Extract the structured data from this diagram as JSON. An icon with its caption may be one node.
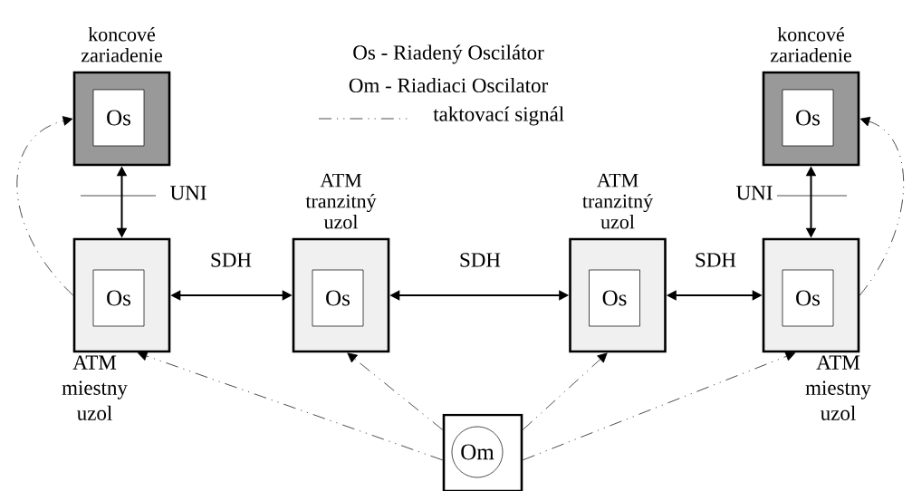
{
  "diagram": {
    "nodes": [
      {
        "text": [
          "koncové zariadenie"
        ]
      },
      {
        "text": [
          "Os"
        ],
        "in": 0
      },
      {
        "text": [
          "ATM miestny uzol"
        ]
      },
      {
        "text": [
          "Os"
        ],
        "in": 2
      },
      {
        "text": [
          "ATM tranzitný uzol"
        ]
      },
      {
        "text": [
          "Os"
        ],
        "in": 4
      },
      {
        "text": [
          "ATM tranzitný uzol"
        ]
      },
      {
        "text": [
          "Os"
        ],
        "in": 6
      },
      {
        "text": [
          "ATM miestny uzol"
        ]
      },
      {
        "text": [
          "Os"
        ],
        "in": 8
      },
      {
        "text": [
          "koncové zariadenie"
        ]
      },
      {
        "text": [
          "Os"
        ],
        "in": 10
      },
      {
        "text": [],
        "shape": "box"
      },
      {
        "text": [
          "Om"
        ],
        "in": 12
      }
    ],
    "edges": [
      {
        "from": 2,
        "to": 0,
        "arrow": "both",
        "label": "UNI"
      },
      {
        "from": 2,
        "to": 4,
        "arrow": "both",
        "label": "SDH"
      },
      {
        "from": 4,
        "to": 6,
        "arrow": "both",
        "label": "SDH"
      },
      {
        "from": 6,
        "to": 8,
        "arrow": "both",
        "label": "SDH"
      },
      {
        "from": 8,
        "to": 10,
        "arrow": "both",
        "label": "UNI"
      },
      {
        "from": 2,
        "to": 0,
        "arrow": "to",
        "style": "dashed"
      },
      {
        "from": 12,
        "to": 2,
        "arrow": "to",
        "style": "dashed"
      },
      {
        "from": 12,
        "to": 4,
        "arrow": "to",
        "style": "dashed"
      },
      {
        "from": 12,
        "to": 6,
        "arrow": "to",
        "style": "dashed"
      },
      {
        "from": 12,
        "to": 8,
        "arrow": "to",
        "style": "dashed"
      },
      {
        "from": 8,
        "to": 10,
        "arrow": "to",
        "style": "dashed"
      }
    ],
    "labels": [
      "Os - Riadený Oscilátor",
      "Om - Riadiaci Oscilator"
    ],
    "legend": [
      {
        "text": "taktovací signál"
      }
    ]
  }
}
